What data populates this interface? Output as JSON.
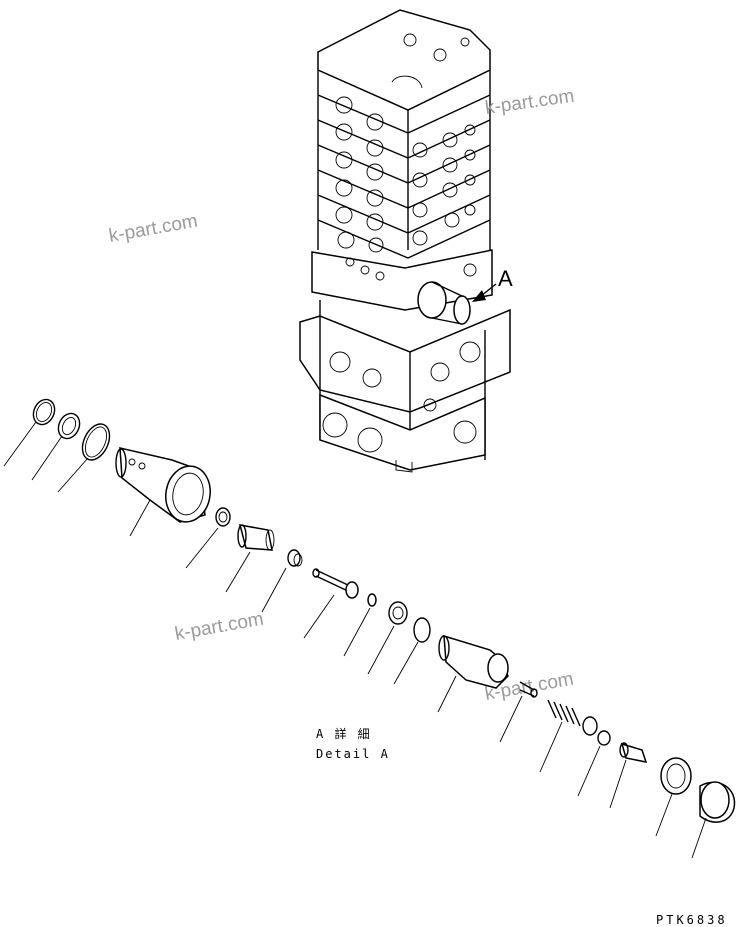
{
  "view_label": "A",
  "detail": {
    "jp": "A 詳 細",
    "en": "Detail A"
  },
  "code": "PTK6838",
  "watermark": "k-part.com",
  "watermark_color": "#9a9a9a",
  "part_count": 18
}
